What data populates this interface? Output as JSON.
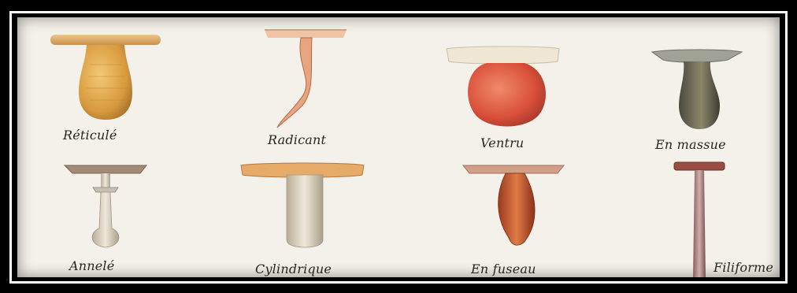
{
  "plate": {
    "background": "#f4f1ea",
    "frame_color": "#000000",
    "frame_inner_line": "#ffffff"
  },
  "stipe_types": [
    {
      "label": "Réticulé",
      "icon": "reticule-mushroom-illustration"
    },
    {
      "label": "Radicant",
      "icon": "radicant-mushroom-illustration"
    },
    {
      "label": "Ventru",
      "icon": "ventru-mushroom-illustration"
    },
    {
      "label": "En massue",
      "icon": "en-massue-mushroom-illustration"
    },
    {
      "label": "Annelé",
      "icon": "annele-mushroom-illustration"
    },
    {
      "label": "Cylindrique",
      "icon": "cylindrique-mushroom-illustration"
    },
    {
      "label": "En fuseau",
      "icon": "en-fuseau-mushroom-illustration"
    },
    {
      "label": "Filiforme",
      "icon": "filiforme-mushroom-illustration"
    }
  ]
}
